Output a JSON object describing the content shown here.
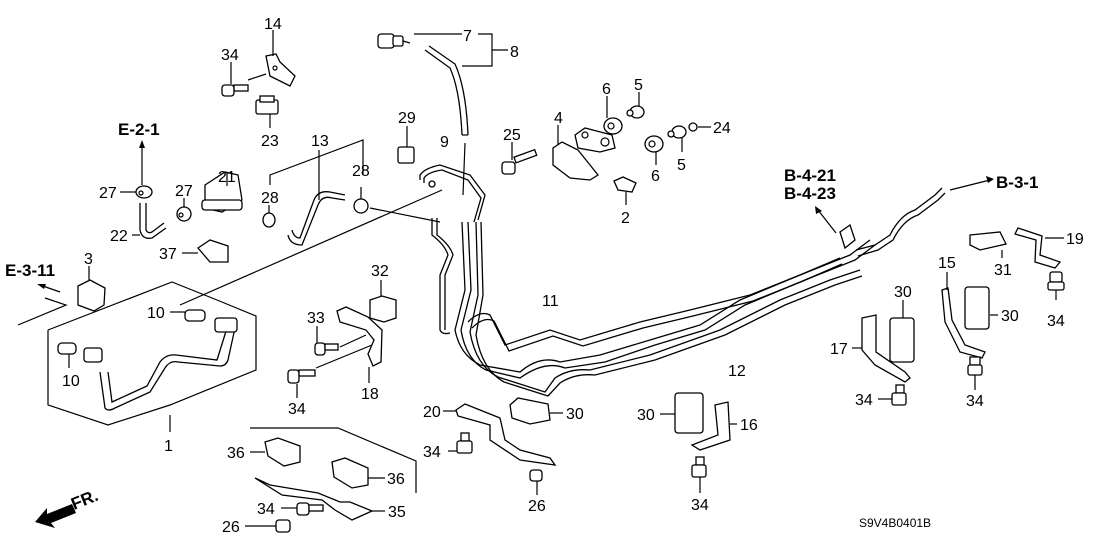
{
  "diagram": {
    "title": "Fuel pipe / brake line parts diagram",
    "diagram_code": "S9V4B0401B",
    "direction_indicator": "FR.",
    "references": [
      "E-2-1",
      "E-3-11",
      "B-4-21",
      "B-4-23",
      "B-3-1"
    ],
    "callouts": [
      {
        "id": "c1",
        "label": "1"
      },
      {
        "id": "c2",
        "label": "2"
      },
      {
        "id": "c3",
        "label": "3"
      },
      {
        "id": "c4",
        "label": "4"
      },
      {
        "id": "c5a",
        "label": "5"
      },
      {
        "id": "c5b",
        "label": "5"
      },
      {
        "id": "c6a",
        "label": "6"
      },
      {
        "id": "c6b",
        "label": "6"
      },
      {
        "id": "c7",
        "label": "7"
      },
      {
        "id": "c8",
        "label": "8"
      },
      {
        "id": "c9",
        "label": "9"
      },
      {
        "id": "c10a",
        "label": "10"
      },
      {
        "id": "c10b",
        "label": "10"
      },
      {
        "id": "c11",
        "label": "11"
      },
      {
        "id": "c12",
        "label": "12"
      },
      {
        "id": "c13",
        "label": "13"
      },
      {
        "id": "c14",
        "label": "14"
      },
      {
        "id": "c15",
        "label": "15"
      },
      {
        "id": "c16",
        "label": "16"
      },
      {
        "id": "c17",
        "label": "17"
      },
      {
        "id": "c18",
        "label": "18"
      },
      {
        "id": "c19",
        "label": "19"
      },
      {
        "id": "c20",
        "label": "20"
      },
      {
        "id": "c21",
        "label": "21"
      },
      {
        "id": "c22",
        "label": "22"
      },
      {
        "id": "c23",
        "label": "23"
      },
      {
        "id": "c24",
        "label": "24"
      },
      {
        "id": "c25",
        "label": "25"
      },
      {
        "id": "c26a",
        "label": "26"
      },
      {
        "id": "c26b",
        "label": "26"
      },
      {
        "id": "c27a",
        "label": "27"
      },
      {
        "id": "c27b",
        "label": "27"
      },
      {
        "id": "c28a",
        "label": "28"
      },
      {
        "id": "c28b",
        "label": "28"
      },
      {
        "id": "c29",
        "label": "29"
      },
      {
        "id": "c30a",
        "label": "30"
      },
      {
        "id": "c30b",
        "label": "30"
      },
      {
        "id": "c30c",
        "label": "30"
      },
      {
        "id": "c30d",
        "label": "30"
      },
      {
        "id": "c31",
        "label": "31"
      },
      {
        "id": "c32",
        "label": "32"
      },
      {
        "id": "c33",
        "label": "33"
      },
      {
        "id": "c34a",
        "label": "34"
      },
      {
        "id": "c34b",
        "label": "34"
      },
      {
        "id": "c34c",
        "label": "34"
      },
      {
        "id": "c34d",
        "label": "34"
      },
      {
        "id": "c34e",
        "label": "34"
      },
      {
        "id": "c34f",
        "label": "34"
      },
      {
        "id": "c34g",
        "label": "34"
      },
      {
        "id": "c34h",
        "label": "34"
      },
      {
        "id": "c35",
        "label": "35"
      },
      {
        "id": "c36a",
        "label": "36"
      },
      {
        "id": "c36b",
        "label": "36"
      },
      {
        "id": "c37",
        "label": "37"
      }
    ]
  }
}
